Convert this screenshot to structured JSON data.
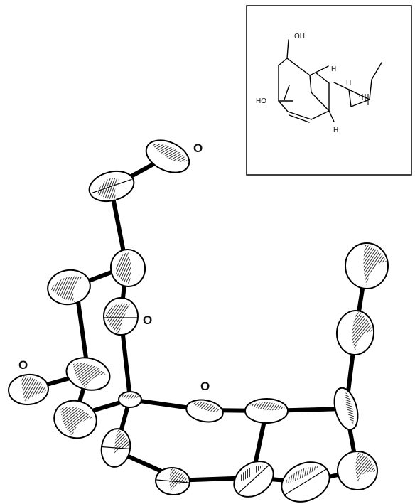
{
  "ortep": {
    "atom_labels": [
      "O",
      "O",
      "O",
      "O"
    ]
  },
  "inset": {
    "labels": [
      "OH",
      "H",
      "HO",
      "H",
      "H"
    ]
  }
}
